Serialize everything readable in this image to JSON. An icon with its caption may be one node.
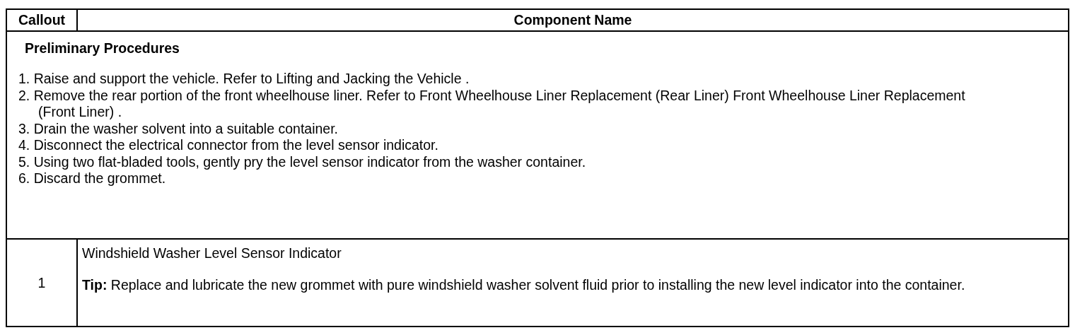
{
  "diagram": {
    "labels": [
      "Callout",
      "Component Name",
      "Preliminary Procedures",
      "1. Raise and support the vehicle. Refer to Lifting and Jacking the Vehicle .",
      "2. Remove the rear portion of the front wheelhouse liner. Refer to Front Wheelhouse Liner Replacement (Rear Liner) Front Wheelhouse Liner Replacement (Front Liner) .",
      "3. Drain the washer solvent into a suitable container.",
      "4. Disconnect the electrical connector from the level sensor indicator.",
      "5. Using two flat-bladed tools, gently pry the level sensor indicator from the washer container.",
      "6. Discard the grommet.",
      "1",
      "Windshield Washer Level Sensor Indicator",
      "**Tip:** Replace and lubricate the new grommet with pure windshield washer solvent fluid prior to installing the new level indicator into the container."
    ]
  }
}
